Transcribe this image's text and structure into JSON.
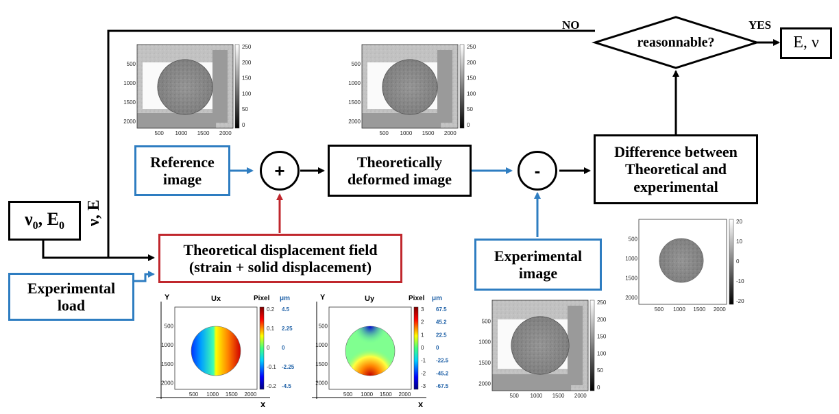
{
  "decision": {
    "label": "reasonnable?",
    "no": "NO",
    "yes": "YES"
  },
  "output_box": "E, ν",
  "init_box": {
    "nu": "ν",
    "nu_sub": "0",
    "sep": ", ",
    "e": "E",
    "e_sub": "0"
  },
  "vertical_label": "ν, E",
  "reference_box": {
    "line1": "Reference",
    "line2": "image"
  },
  "deformed_box": {
    "line1": "Theoretically",
    "line2": "deformed image"
  },
  "difference_box": {
    "line1": "Difference between",
    "line2": "Theoretical and",
    "line3": "experimental"
  },
  "displacement_box": {
    "line1": "Theoretical displacement field",
    "line2": "(strain + solid displacement)"
  },
  "exp_load_box": {
    "line1": "Experimental",
    "line2": "load"
  },
  "exp_image_box": {
    "line1": "Experimental",
    "line2": "image"
  },
  "plus_op": "+",
  "minus_op": "-",
  "grey_plot": {
    "xticks": [
      "500",
      "1000",
      "1500",
      "2000"
    ],
    "yticks": [
      "500",
      "1000",
      "1500",
      "2000"
    ],
    "cbar": [
      "250",
      "200",
      "150",
      "100",
      "50",
      "0"
    ]
  },
  "diff_plot": {
    "xticks": [
      "500",
      "1000",
      "1500",
      "2000"
    ],
    "yticks": [
      "500",
      "1000",
      "1500",
      "2000"
    ],
    "cbar": [
      "20",
      "10",
      "0",
      "-10",
      "-20"
    ]
  },
  "ux_plot": {
    "title": "Ux",
    "axis_y": "Y",
    "axis_x": "x",
    "unit_px": "Pixel",
    "unit_um": "μm",
    "cbar": [
      "0.2",
      "0.1",
      "0",
      "-0.1",
      "-0.2"
    ],
    "cbar_um": [
      "4.5",
      "2.25",
      "0",
      "-2.25",
      "-4.5"
    ],
    "xticks": [
      "500",
      "1000",
      "1500",
      "2000"
    ],
    "yticks": [
      "500",
      "1000",
      "1500",
      "2000"
    ]
  },
  "uy_plot": {
    "title": "Uy",
    "axis_y": "Y",
    "axis_x": "x",
    "unit_px": "Pixel",
    "unit_um": "μm",
    "cbar": [
      "3",
      "2",
      "1",
      "0",
      "-1",
      "-2",
      "-3"
    ],
    "cbar_um": [
      "67.5",
      "45.2",
      "22.5",
      "0",
      "-22.5",
      "-45.2",
      "-67.5"
    ],
    "xticks": [
      "500",
      "1000",
      "1500",
      "2000"
    ],
    "yticks": [
      "500",
      "1000",
      "1500",
      "2000"
    ]
  }
}
